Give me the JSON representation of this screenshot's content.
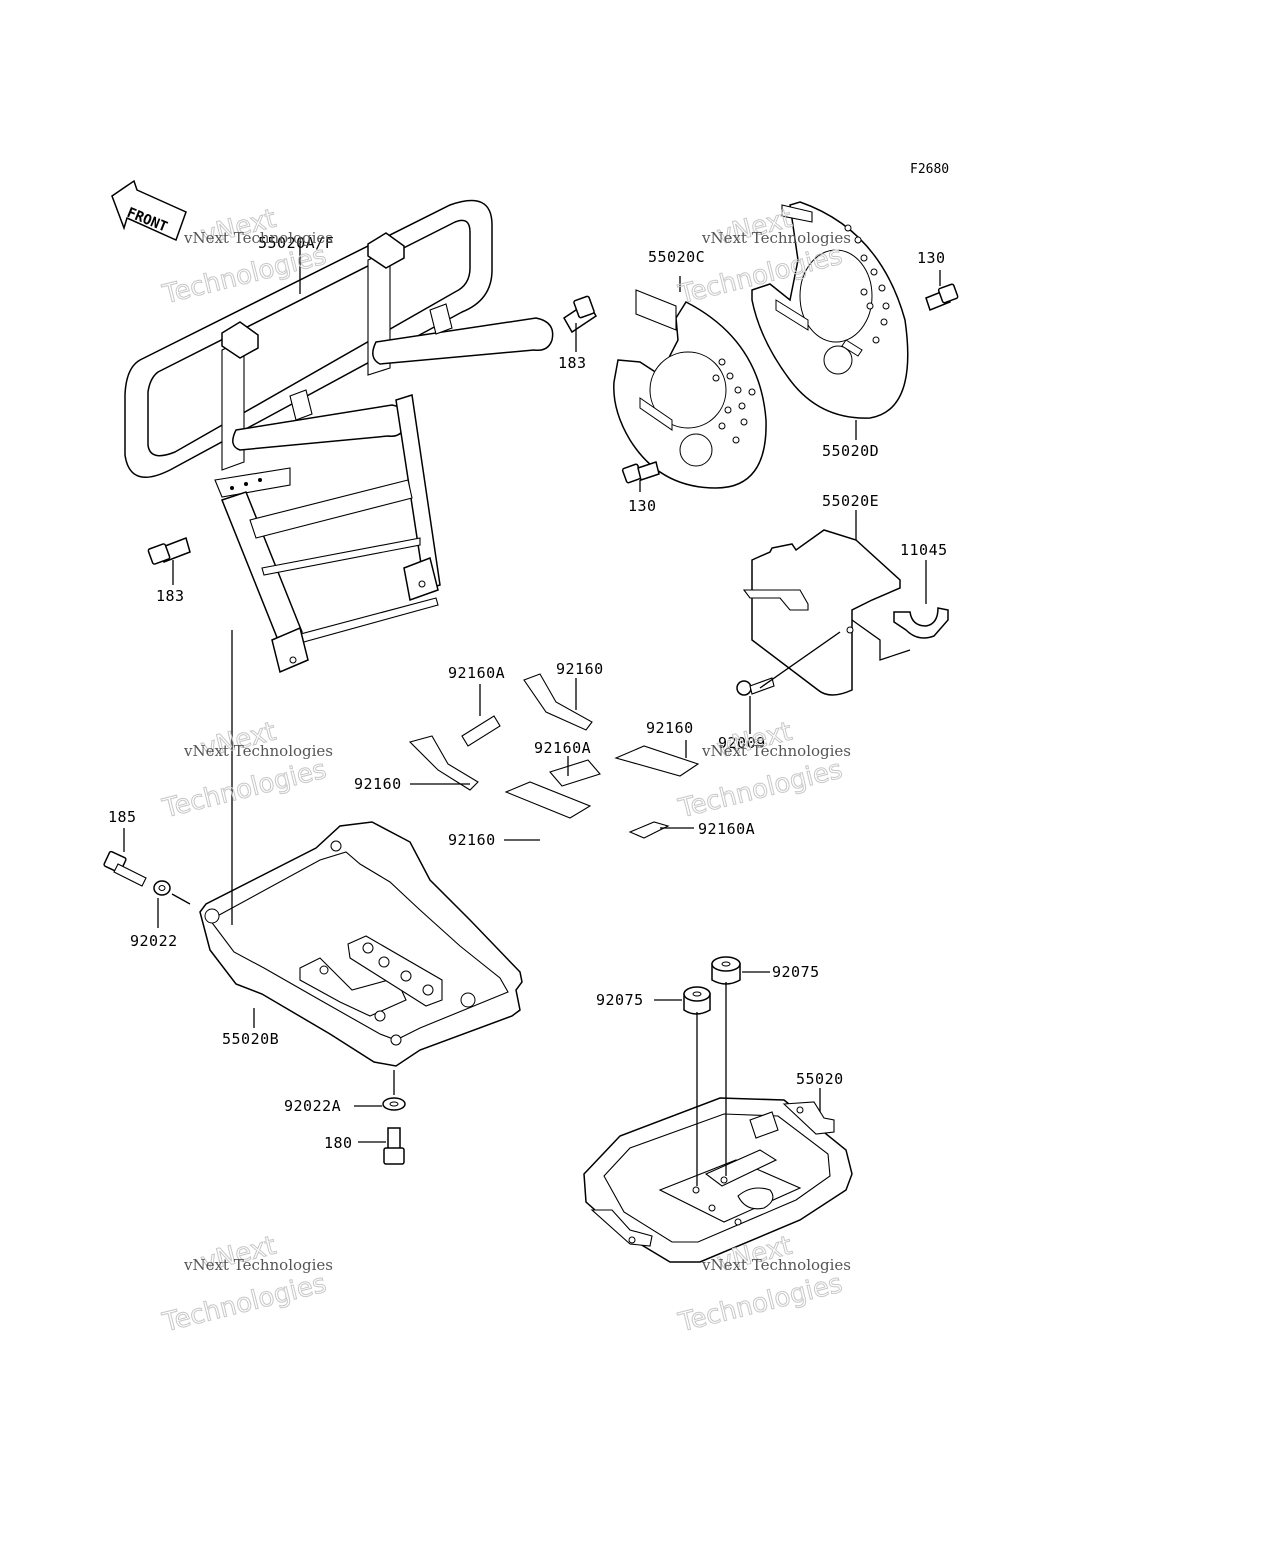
{
  "diagram": {
    "figure_code": "F2680",
    "direction_arrow": "FRONT",
    "watermark": {
      "line1": "vNext Technologies",
      "line2": "vNext",
      "line3": "Technologies"
    },
    "parts": {
      "p55020A_F": "55020A/F",
      "p55020C": "55020C",
      "p55020D": "55020D",
      "p55020E": "55020E",
      "p55020B": "55020B",
      "p55020": "55020",
      "p183_a": "183",
      "p183_b": "183",
      "p130_a": "130",
      "p130_b": "130",
      "p11045": "11045",
      "p92009": "92009",
      "p92160A_a": "92160A",
      "p92160_a": "92160",
      "p92160_b": "92160",
      "p92160A_b": "92160A",
      "p92160_c": "92160",
      "p92160_d": "92160",
      "p92160A_c": "92160A",
      "p185": "185",
      "p92022": "92022",
      "p92022A": "92022A",
      "p180": "180",
      "p92075_a": "92075",
      "p92075_b": "92075"
    }
  }
}
